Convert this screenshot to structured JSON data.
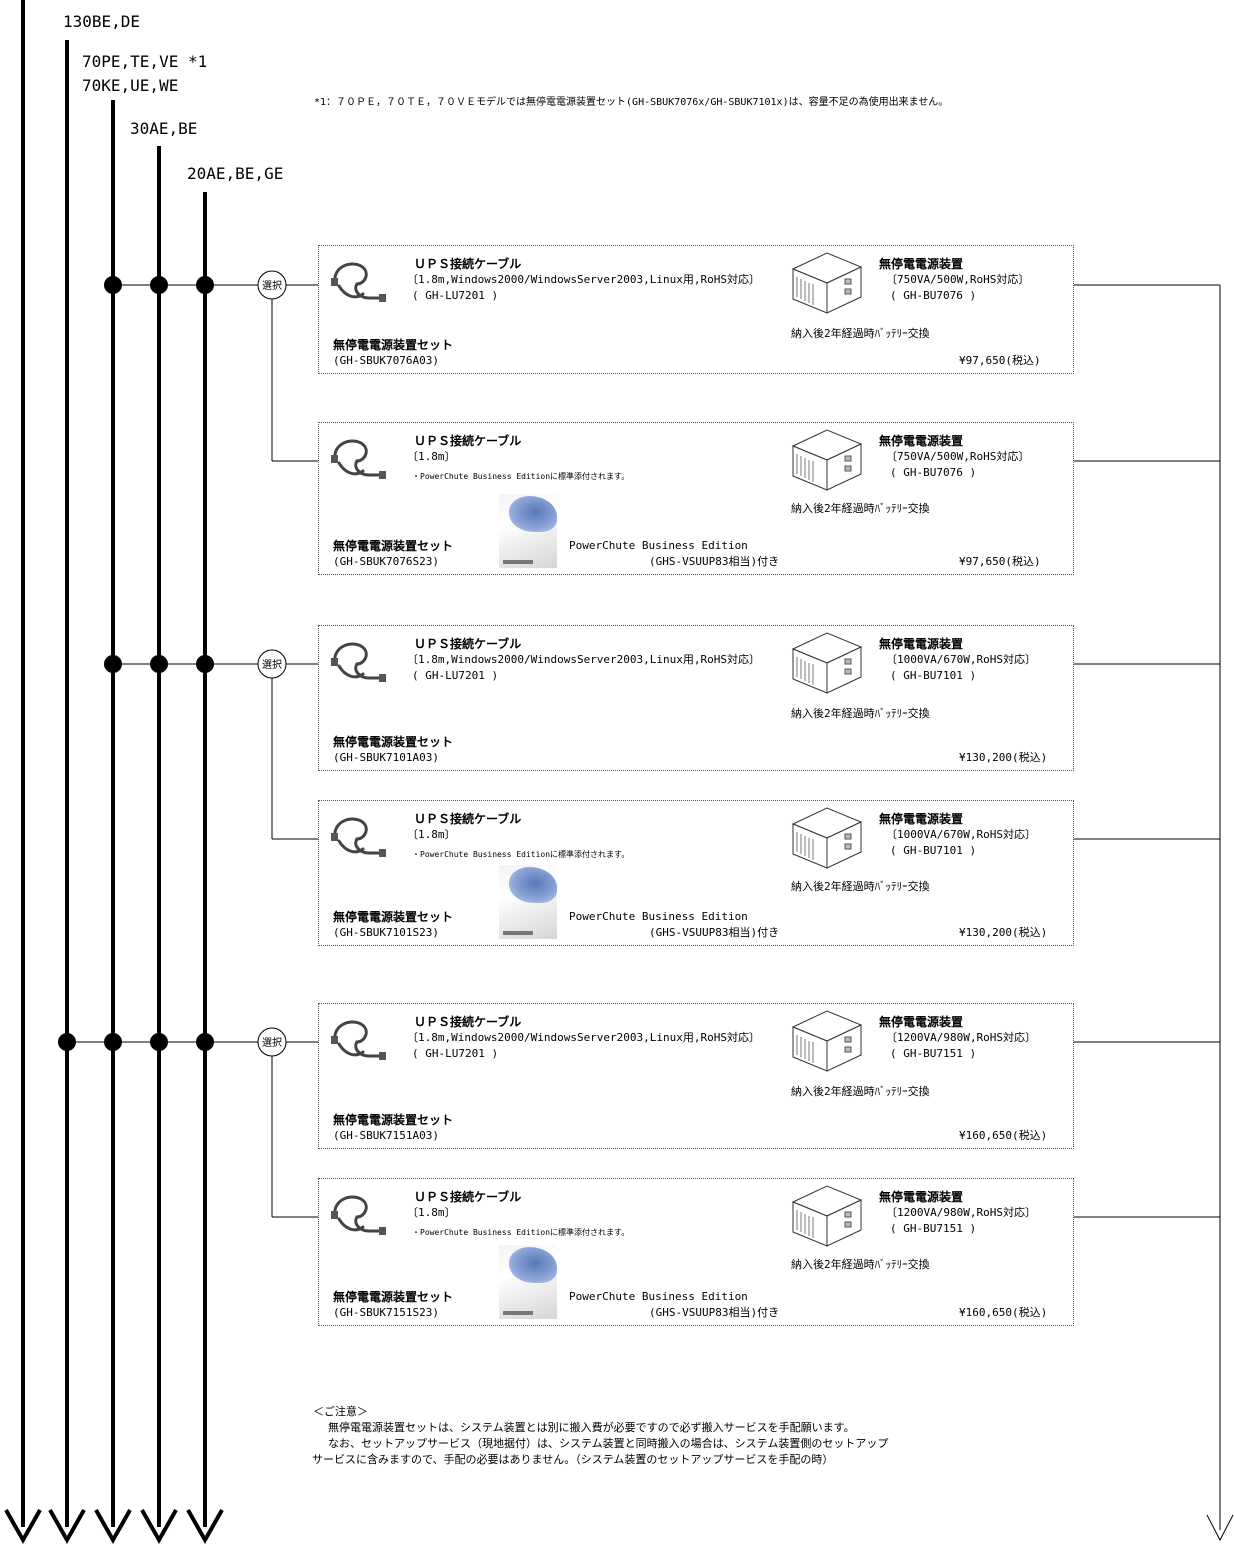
{
  "models": [
    "130BE,DE",
    "70PE,TE,VE *1",
    "70KE,UE,WE",
    "30AE,BE",
    "20AE,BE,GE"
  ],
  "footnote": "*1：７０ＰＥ，７０ＴＥ，７０ＶＥモデルでは無停電電源装置セット(GH-SBUK7076x/GH-SBUK7101x)は、容量不足の為使用出来ません。",
  "select_label": "選択",
  "cable_title": "ＵＰＳ接続ケーブル",
  "ups_title": "無停電電源装置",
  "battery_note": "納入後2年経過時ﾊﾞｯﾃﾘｰ交換",
  "set_title": "無停電電源装置セット",
  "options": [
    {
      "cable_spec": "〔1.8m,Windows2000/WindowsServer2003,Linux用,RoHS対応〕",
      "cable_model": "( GH-LU7201 )",
      "cable_note": "",
      "ups_spec": "〔750VA/500W,RoHS対応〕",
      "ups_model": "( GH-BU7076 )",
      "set_model": "(GH-SBUK7076A03)",
      "software_name": "",
      "software_model": "",
      "price": "¥97,650(税込)"
    },
    {
      "cable_spec": "〔1.8m〕",
      "cable_model": "",
      "cable_note": "・PowerChute Business Editionに標準添付されます。",
      "ups_spec": "〔750VA/500W,RoHS対応〕",
      "ups_model": "( GH-BU7076 )",
      "set_model": "(GH-SBUK7076S23)",
      "software_name": "PowerChute Business Edition",
      "software_model": "(GHS-VSUUP83相当)付き",
      "price": "¥97,650(税込)"
    },
    {
      "cable_spec": "〔1.8m,Windows2000/WindowsServer2003,Linux用,RoHS対応〕",
      "cable_model": "( GH-LU7201 )",
      "cable_note": "",
      "ups_spec": "〔1000VA/670W,RoHS対応〕",
      "ups_model": "( GH-BU7101 )",
      "set_model": "(GH-SBUK7101A03)",
      "software_name": "",
      "software_model": "",
      "price": "¥130,200(税込)"
    },
    {
      "cable_spec": "〔1.8m〕",
      "cable_model": "",
      "cable_note": "・PowerChute Business Editionに標準添付されます。",
      "ups_spec": "〔1000VA/670W,RoHS対応〕",
      "ups_model": "( GH-BU7101 )",
      "set_model": "(GH-SBUK7101S23)",
      "software_name": "PowerChute Business Edition",
      "software_model": "(GHS-VSUUP83相当)付き",
      "price": "¥130,200(税込)"
    },
    {
      "cable_spec": "〔1.8m,Windows2000/WindowsServer2003,Linux用,RoHS対応〕",
      "cable_model": "( GH-LU7201 )",
      "cable_note": "",
      "ups_spec": "〔1200VA/980W,RoHS対応〕",
      "ups_model": "( GH-BU7151 )",
      "set_model": "(GH-SBUK7151A03)",
      "software_name": "",
      "software_model": "",
      "price": "¥160,650(税込)"
    },
    {
      "cable_spec": "〔1.8m〕",
      "cable_model": "",
      "cable_note": "・PowerChute Business Editionに標準添付されます。",
      "ups_spec": "〔1200VA/980W,RoHS対応〕",
      "ups_model": "( GH-BU7151 )",
      "set_model": "(GH-SBUK7151S23)",
      "software_name": "PowerChute Business Edition",
      "software_model": "(GHS-VSUUP83相当)付き",
      "price": "¥160,650(税込)"
    }
  ],
  "caution": {
    "title": "＜ご注意＞",
    "line1": "無停電電源装置セットは、システム装置とは別に搬入費が必要ですので必ず搬入サービスを手配願います。",
    "line2": "なお、セットアップサービス（現地据付）は、システム装置と同時搬入の場合は、システム装置側のセットアップ",
    "line3": "サービスに含みますので、手配の必要はありません。（システム装置のセットアップサービスを手配の時）"
  }
}
